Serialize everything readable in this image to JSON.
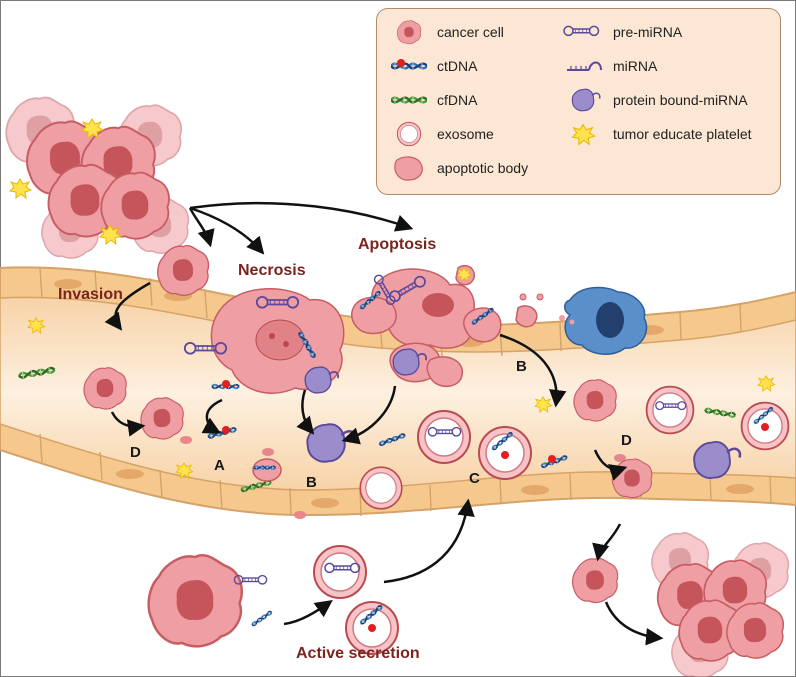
{
  "legend": {
    "cancer_cell": "cancer cell",
    "ctdna": "ctDNA",
    "cfdna": "cfDNA",
    "exosome": "exosome",
    "apoptotic_body": "apoptotic body",
    "pre_mirna": "pre-miRNA",
    "mirna": "miRNA",
    "protein_bound_mirna": "protein bound-miRNA",
    "tep": "tumor educate platelet"
  },
  "processes": {
    "necrosis": "Necrosis",
    "apoptosis": "Apoptosis",
    "invasion": "Invasion",
    "active_secretion": "Active secretion"
  },
  "letters": {
    "a": "A",
    "b": "B",
    "c": "C",
    "d": "D"
  },
  "colors": {
    "cell": "#e8868c",
    "cell_dark": "#b84a50",
    "vessel": "#f5c98d",
    "vessel_wall": "#d6a267",
    "lumen": "#fbe6cf",
    "arrow": "#111111",
    "label": "#7a2420",
    "legend_bg": "#fbe7d3"
  }
}
